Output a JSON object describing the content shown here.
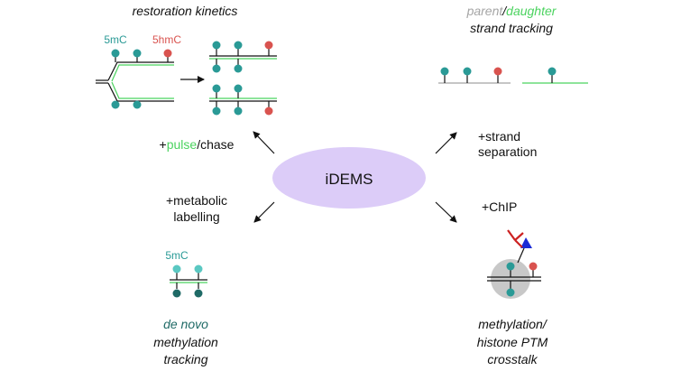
{
  "center": {
    "label": "iDEMS"
  },
  "top_left": {
    "title": "restoration kinetics",
    "label_5mc": "5mC",
    "label_5hmc": "5hmC",
    "condition_prefix": "+",
    "condition_pulse": "pulse",
    "condition_chase": "/chase"
  },
  "top_right": {
    "title_parent": "parent",
    "title_slash": "/",
    "title_daughter": "daughter",
    "title_line2": "strand tracking",
    "condition_line1": "+strand",
    "condition_line2": "separation"
  },
  "bottom_left": {
    "condition_line1": "+metabolic",
    "condition_line2": "labelling",
    "label_5mc": "5mC",
    "title_line1": "de novo",
    "title_line2": "methylation",
    "title_line3": "tracking"
  },
  "bottom_right": {
    "condition": "+ChIP",
    "title_line1": "methylation/",
    "title_line2": "histone PTM",
    "title_line3": "crosstalk"
  },
  "colors": {
    "teal": "#2a9a96",
    "red": "#d9534f",
    "green": "#4bd35f",
    "grey": "#a5a5a5",
    "lavender": "#dcccf8",
    "light_teal": "#5ac8c2",
    "dark_teal": "#1f6a66",
    "nucleosome": "#c8c8c8",
    "antibody_red": "#cc2222",
    "antibody_blue": "#1a2ad6"
  }
}
